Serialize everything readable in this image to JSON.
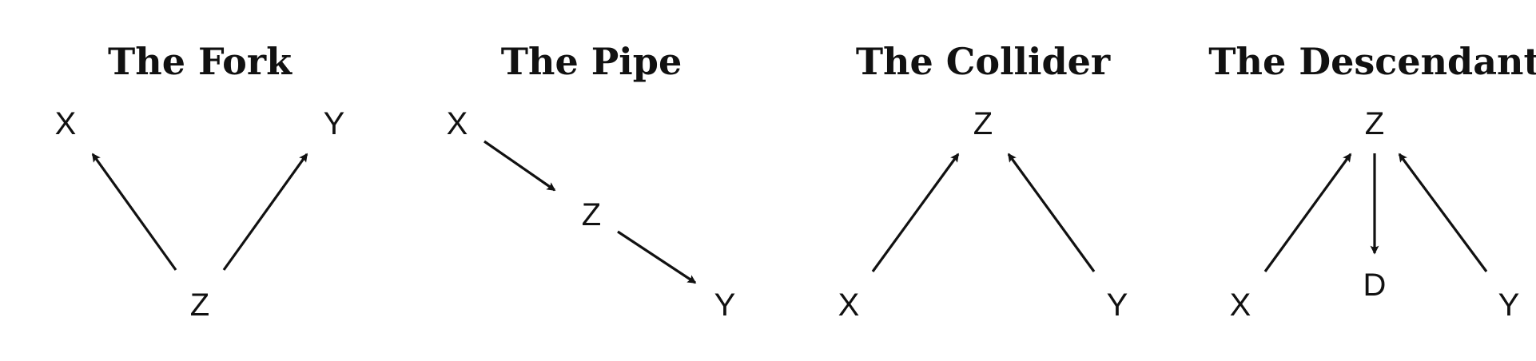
{
  "panels": [
    {
      "id": "fork",
      "title": "The Fork",
      "nodes": [
        "X",
        "Y",
        "Z"
      ],
      "edges": [
        [
          "Z",
          "X"
        ],
        [
          "Z",
          "Y"
        ]
      ]
    },
    {
      "id": "pipe",
      "title": "The Pipe",
      "nodes": [
        "X",
        "Z",
        "Y"
      ],
      "edges": [
        [
          "X",
          "Z"
        ],
        [
          "Z",
          "Y"
        ]
      ]
    },
    {
      "id": "collider",
      "title": "The Collider",
      "nodes": [
        "Z",
        "X",
        "Y"
      ],
      "edges": [
        [
          "X",
          "Z"
        ],
        [
          "Y",
          "Z"
        ]
      ]
    },
    {
      "id": "descendant",
      "title": "The Descendant",
      "nodes": [
        "Z",
        "X",
        "Y",
        "D"
      ],
      "edges": [
        [
          "X",
          "Z"
        ],
        [
          "Y",
          "Z"
        ],
        [
          "Z",
          "D"
        ]
      ]
    }
  ],
  "colors": {
    "ink": "#111111",
    "background": "#ffffff"
  }
}
